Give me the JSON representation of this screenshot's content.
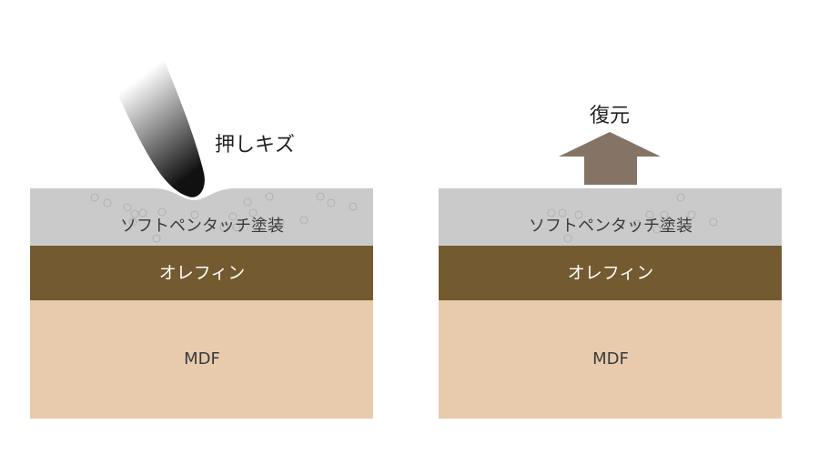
{
  "left_panel": {
    "pressure_label": "押しキズ",
    "layers": {
      "coating": "ソフトペンタッチ塗装",
      "olefin": "オレフィン",
      "mdf": "MDF"
    }
  },
  "right_panel": {
    "recovery_label": "復元",
    "layers": {
      "coating": "ソフトペンタッチ塗装",
      "olefin": "オレフィン",
      "mdf": "MDF"
    }
  },
  "colors": {
    "coating": "#cacaca",
    "olefin": "#735a30",
    "mdf": "#e8cbad",
    "arrow": "#857466",
    "bubble_stroke": "#b0b0b0",
    "pen_dark": "#111111",
    "pen_light": "#ffffff"
  },
  "icons": {
    "pen_tip": "pen-tip-icon",
    "up_arrow": "up-arrow-icon",
    "bubbles": "bubble-dots"
  }
}
